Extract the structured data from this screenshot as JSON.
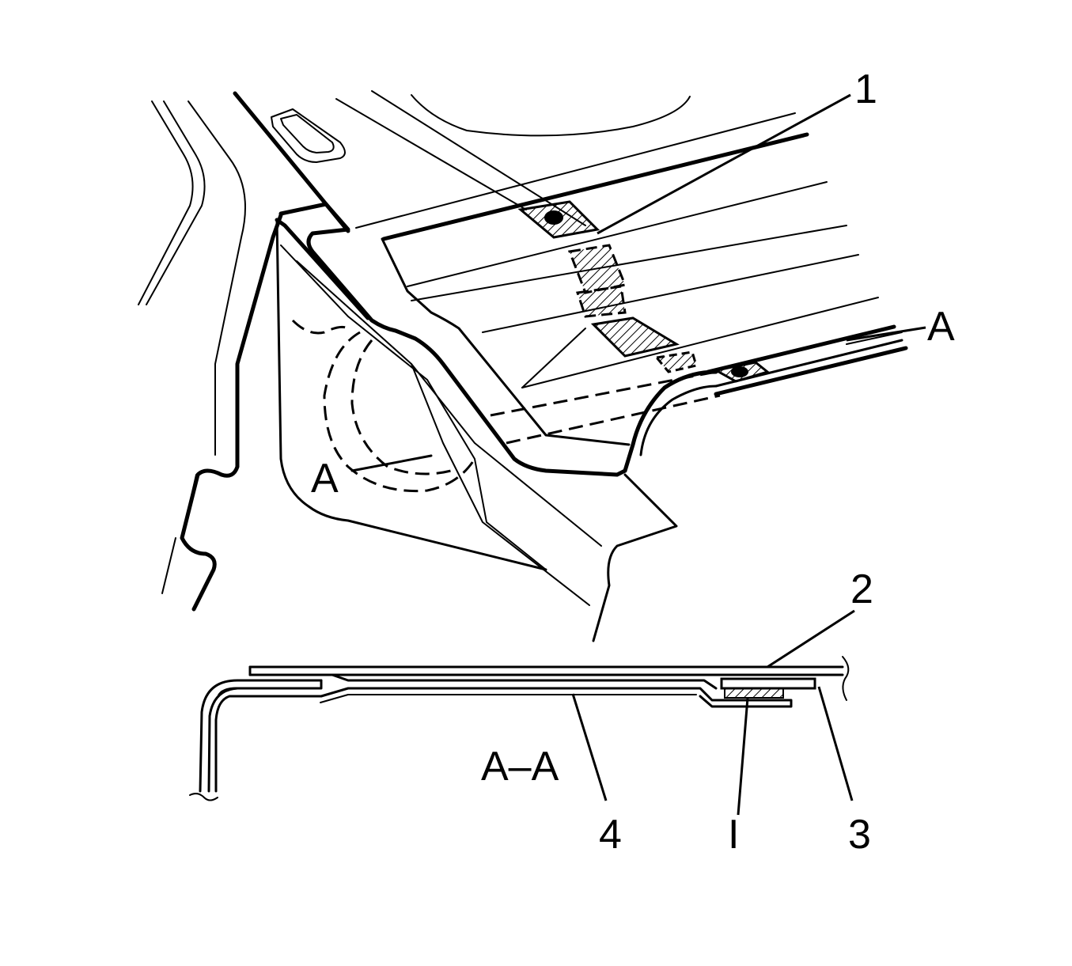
{
  "diagram": {
    "callouts": {
      "label_1": "1",
      "label_2": "2",
      "label_3": "3",
      "label_4": "4",
      "label_a_upper": "A",
      "label_a_lower": "A",
      "section_label": "A–A",
      "label_i": "I"
    }
  }
}
